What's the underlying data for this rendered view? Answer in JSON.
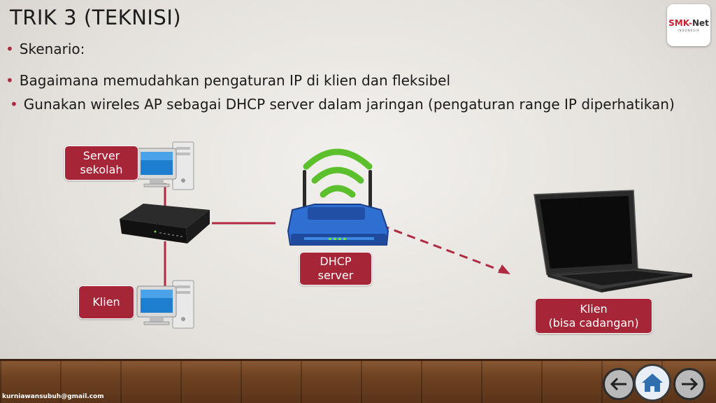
{
  "title": "TRIK 3 (TEKNISI)",
  "logo": {
    "brand_a": "SMK-",
    "brand_b": "Net",
    "sub": "INDONESIA"
  },
  "bullets": [
    "Skenario:",
    "Bagaimana memudahkan pengaturan IP di klien dan fleksibel",
    "Gunakan wireles AP sebagai DHCP server dalam jaringan (pengaturan range IP diperhatikan)"
  ],
  "labels": {
    "server": [
      "Server",
      "sekolah"
    ],
    "klien1": [
      "Klien"
    ],
    "dhcp": [
      "DHCP",
      "server"
    ],
    "klien2": [
      "Klien",
      "(bisa cadangan)"
    ]
  },
  "footer": "kurniawansubuh@gmail.com",
  "colors": {
    "accent": "#a62537",
    "link": "#b02a41"
  },
  "icons": [
    "desktop-computer-icon",
    "network-switch-icon",
    "wireless-router-icon",
    "laptop-icon",
    "arrow-left-icon",
    "home-icon",
    "arrow-right-icon"
  ]
}
